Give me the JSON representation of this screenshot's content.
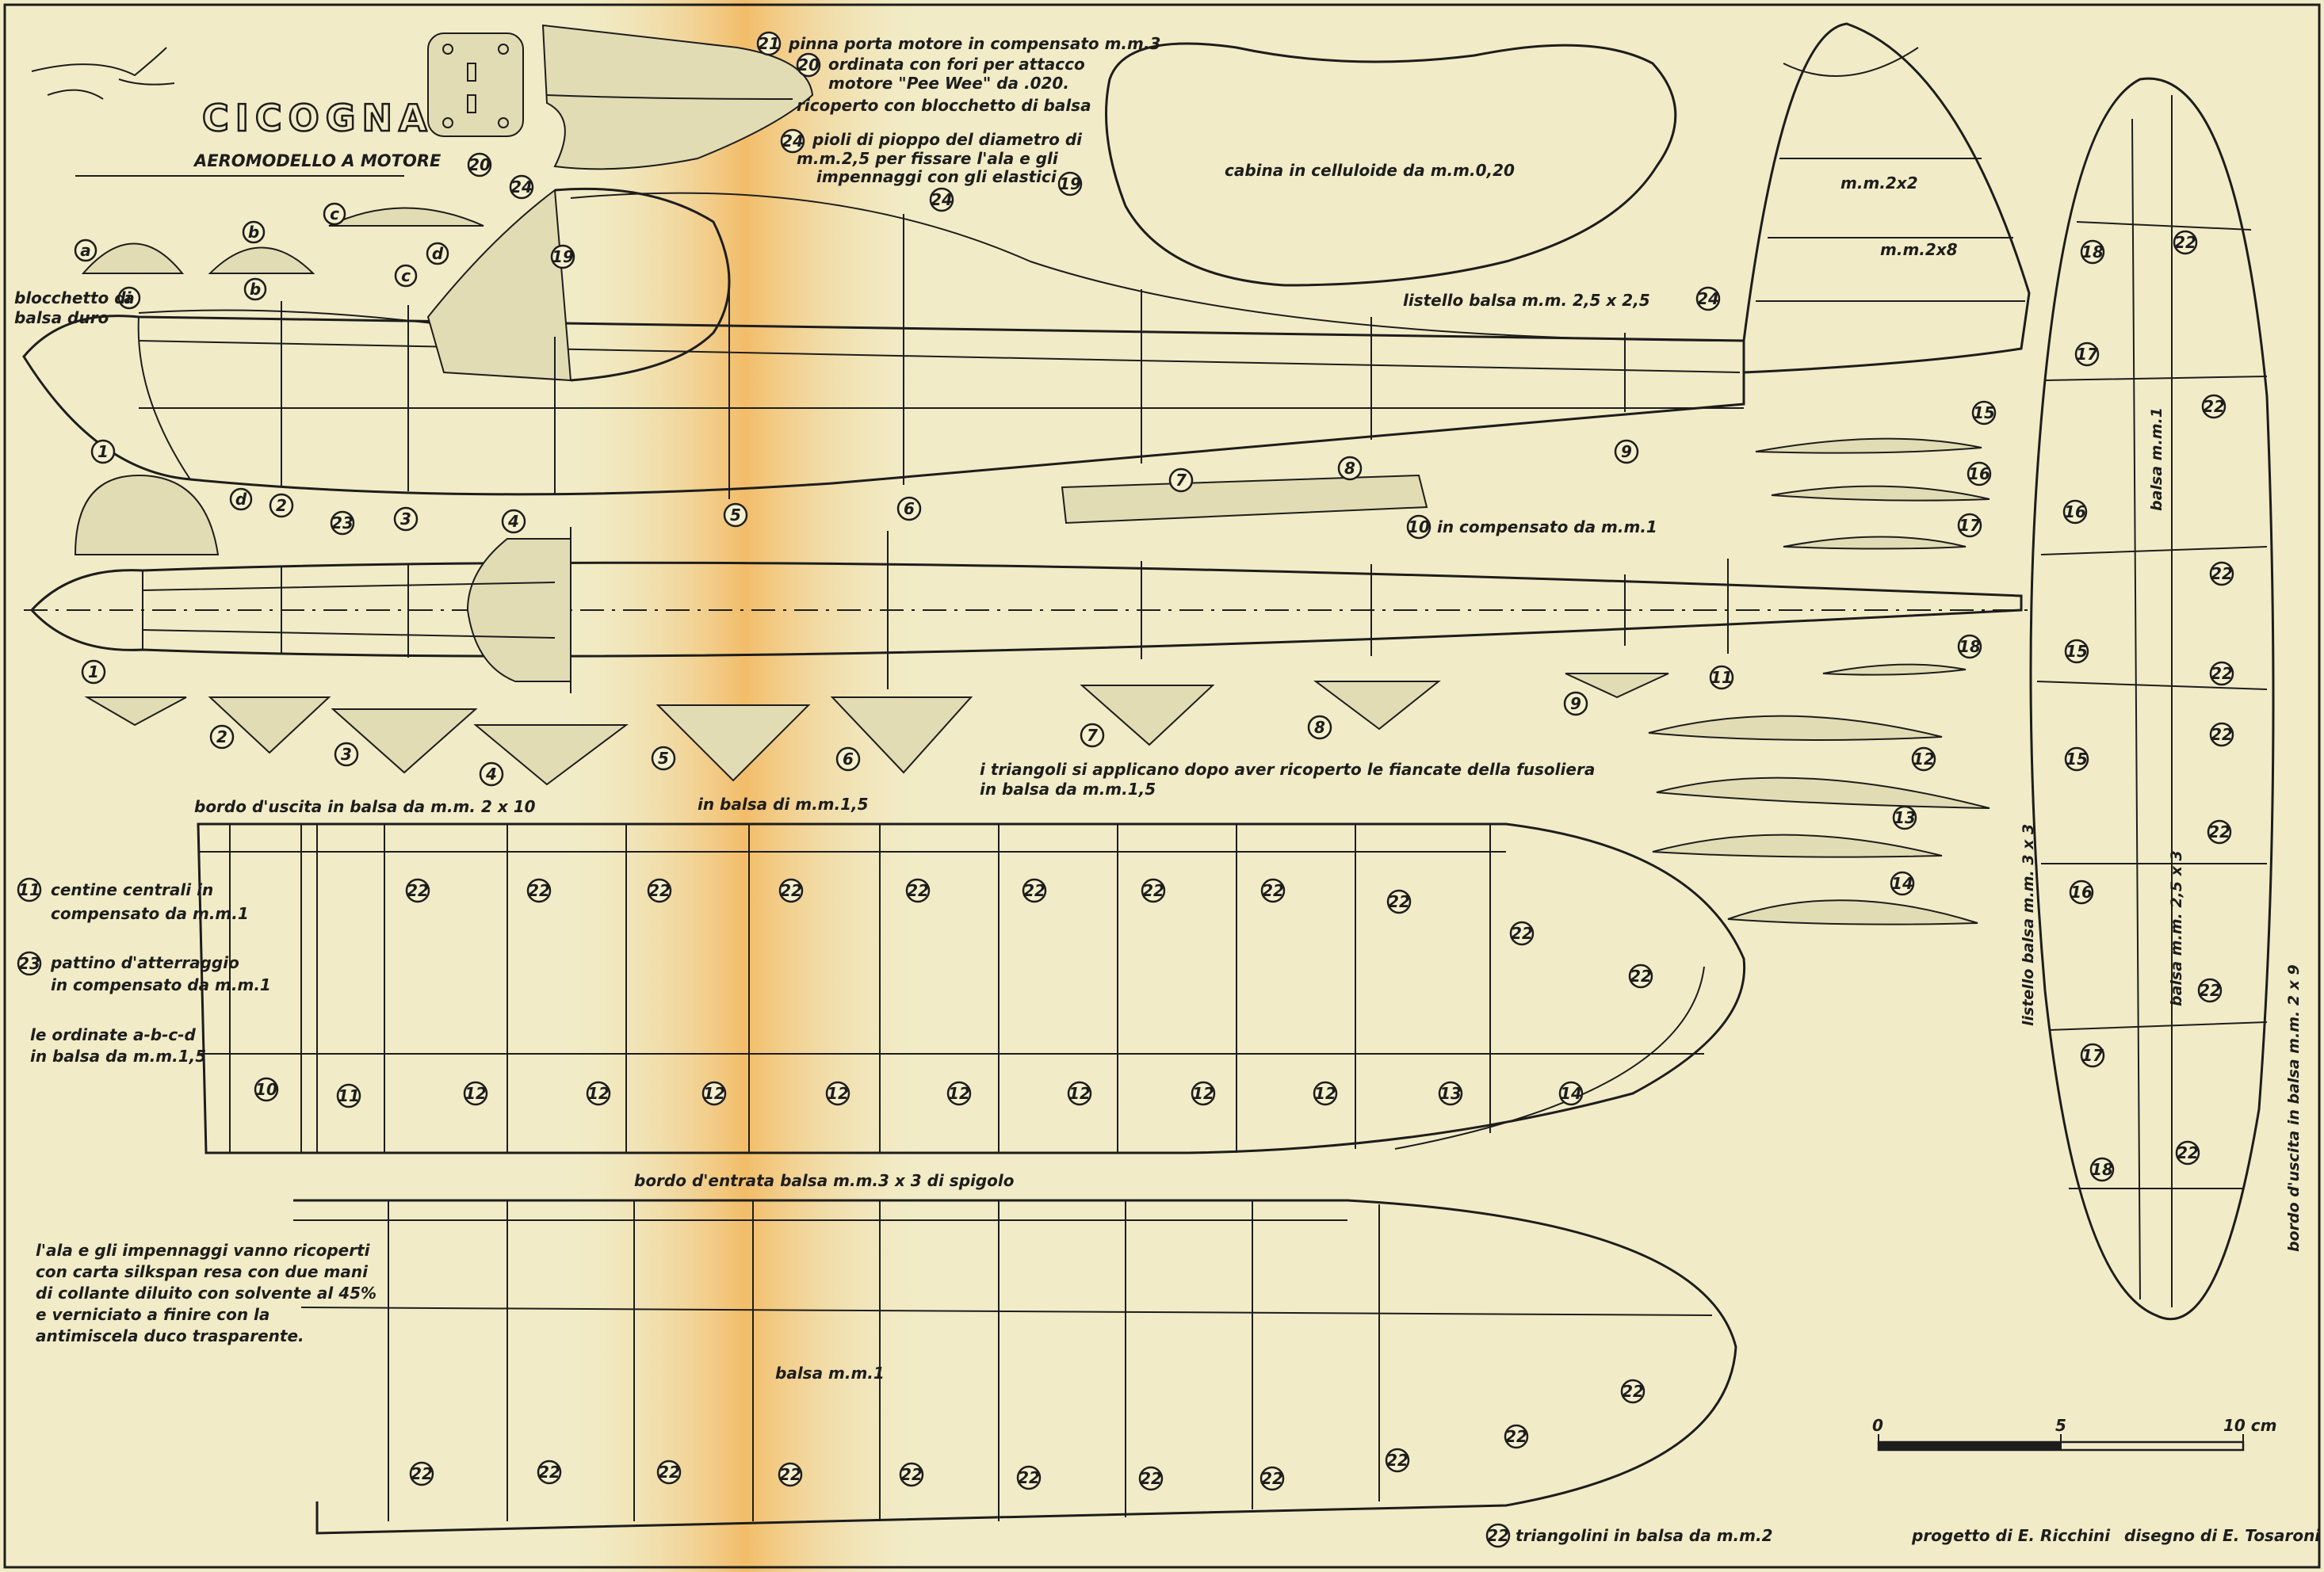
{
  "title": {
    "name": "CICOGNA",
    "subtitle": "AEROMODELLO A MOTORE"
  },
  "notes": {
    "n21": "pinna porta motore in compensato m.m.3",
    "n20_a": "ordinata con fori per attacco",
    "n20_b": "motore \"Pee Wee\" da .020.",
    "n20_c": "ricoperto con blocchetto di balsa",
    "n24_a": "pioli di pioppo del diametro di",
    "n24_b": "m.m.2,5 per fissare l'ala e gli",
    "n24_c": "impennaggi con gli elastici",
    "cabina": "cabina in celluloide da m.m.0,20",
    "blocchetto_a": "blocchetto di",
    "blocchetto_b": "balsa duro",
    "listello_fus": "listello balsa m.m. 2,5 x 2,5",
    "mm2x2": "m.m.2x2",
    "mm2x8": "m.m.2x8",
    "compensato10": "in compensato da m.m.1",
    "triangoli_a": "i triangoli si applicano dopo aver ricoperto le fiancate della fusoliera",
    "triangoli_b": "in balsa da m.m.1,5",
    "in_balsa15": "in balsa di m.m.1,5",
    "bordo_uscita": "bordo d'uscita in balsa da m.m. 2 x 10",
    "centine_a": "centine centrali in",
    "centine_b": "compensato da m.m.1",
    "pattino_a": "pattino d'atterraggio",
    "pattino_b": "in compensato da m.m.1",
    "ordinate_a": "le ordinate a-b-c-d",
    "ordinate_b": "in balsa da m.m.1,5",
    "bordo_entrata": "bordo d'entrata balsa m.m.3 x 3 di spigolo",
    "cover_1": "l'ala e gli impennaggi vanno ricoperti",
    "cover_2": "con carta silkspan resa con due mani",
    "cover_3": "di collante diluito con solvente al 45%",
    "cover_4": "e verniciato a finire con la",
    "cover_5": "antimiscela duco trasparente.",
    "balsa_mm1": "balsa m.m.1",
    "triangolini": "triangolini in balsa da m.m.2",
    "stab_listello": "listello balsa m.m. 3 x 3",
    "stab_balsa1": "balsa m.m.1",
    "stab_balsa25": "balsa m.m. 2,5 x 3",
    "stab_bordo": "bordo d'uscita in balsa m.m. 2 x 9"
  },
  "scale": {
    "zero": "0",
    "mid": "5",
    "end": "10 cm"
  },
  "credits": {
    "progetto": "progetto di E. Ricchini",
    "disegno": "disegno di E. Tosaroni"
  },
  "letters": {
    "a": "a",
    "b": "b",
    "c": "c",
    "d": "d"
  },
  "parts": {
    "p1": "1",
    "p2": "2",
    "p3": "3",
    "p4": "4",
    "p5": "5",
    "p6": "6",
    "p7": "7",
    "p8": "8",
    "p9": "9",
    "p10": "10",
    "p11": "11",
    "p12": "12",
    "p13": "13",
    "p14": "14",
    "p15": "15",
    "p16": "16",
    "p17": "17",
    "p18": "18",
    "p19": "19",
    "p20": "20",
    "p21": "21",
    "p22": "22",
    "p23": "23",
    "p24": "24"
  }
}
